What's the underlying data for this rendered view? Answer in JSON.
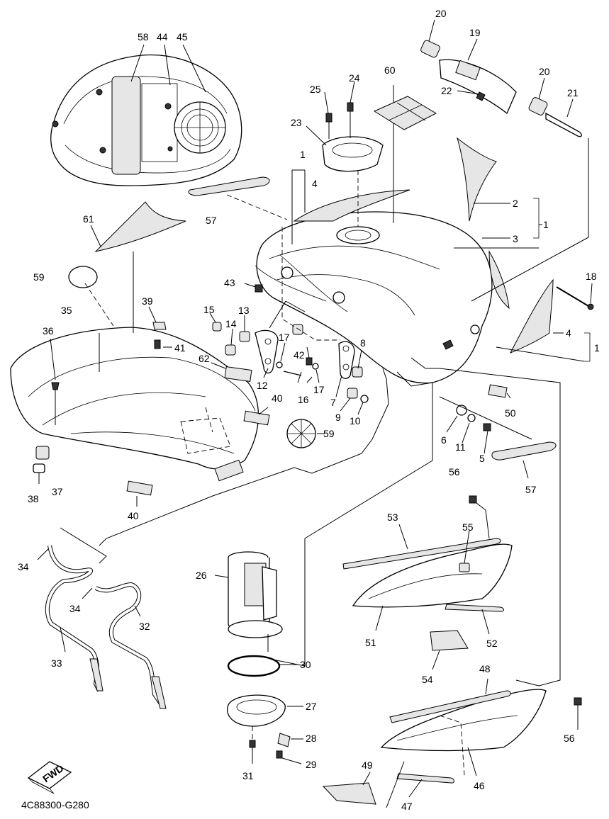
{
  "diagram": {
    "code": "4C88300-G280",
    "fwd_label": "FWD",
    "callouts": [
      {
        "id": "c1a",
        "text": "1"
      },
      {
        "id": "c1b",
        "text": "1"
      },
      {
        "id": "c1c",
        "text": "1"
      },
      {
        "id": "c2",
        "text": "2"
      },
      {
        "id": "c3",
        "text": "3"
      },
      {
        "id": "c4a",
        "text": "4"
      },
      {
        "id": "c4b",
        "text": "4"
      },
      {
        "id": "c5",
        "text": "5"
      },
      {
        "id": "c6",
        "text": "6"
      },
      {
        "id": "c7",
        "text": "7"
      },
      {
        "id": "c8",
        "text": "8"
      },
      {
        "id": "c9",
        "text": "9"
      },
      {
        "id": "c10",
        "text": "10"
      },
      {
        "id": "c11",
        "text": "11"
      },
      {
        "id": "c12",
        "text": "12"
      },
      {
        "id": "c13",
        "text": "13"
      },
      {
        "id": "c14",
        "text": "14"
      },
      {
        "id": "c15",
        "text": "15"
      },
      {
        "id": "c16",
        "text": "16"
      },
      {
        "id": "c17a",
        "text": "17"
      },
      {
        "id": "c17b",
        "text": "17"
      },
      {
        "id": "c18",
        "text": "18"
      },
      {
        "id": "c19",
        "text": "19"
      },
      {
        "id": "c20a",
        "text": "20"
      },
      {
        "id": "c20b",
        "text": "20"
      },
      {
        "id": "c21",
        "text": "21"
      },
      {
        "id": "c22",
        "text": "22"
      },
      {
        "id": "c23",
        "text": "23"
      },
      {
        "id": "c24",
        "text": "24"
      },
      {
        "id": "c25",
        "text": "25"
      },
      {
        "id": "c26",
        "text": "26"
      },
      {
        "id": "c27",
        "text": "27"
      },
      {
        "id": "c28",
        "text": "28"
      },
      {
        "id": "c29",
        "text": "29"
      },
      {
        "id": "c30",
        "text": "30"
      },
      {
        "id": "c31",
        "text": "31"
      },
      {
        "id": "c32",
        "text": "32"
      },
      {
        "id": "c33",
        "text": "33"
      },
      {
        "id": "c34a",
        "text": "34"
      },
      {
        "id": "c34b",
        "text": "34"
      },
      {
        "id": "c35",
        "text": "35"
      },
      {
        "id": "c36",
        "text": "36"
      },
      {
        "id": "c37",
        "text": "37"
      },
      {
        "id": "c38",
        "text": "38"
      },
      {
        "id": "c39",
        "text": "39"
      },
      {
        "id": "c40a",
        "text": "40"
      },
      {
        "id": "c40b",
        "text": "40"
      },
      {
        "id": "c41",
        "text": "41"
      },
      {
        "id": "c42",
        "text": "42"
      },
      {
        "id": "c43",
        "text": "43"
      },
      {
        "id": "c44",
        "text": "44"
      },
      {
        "id": "c45",
        "text": "45"
      },
      {
        "id": "c46",
        "text": "46"
      },
      {
        "id": "c47",
        "text": "47"
      },
      {
        "id": "c48",
        "text": "48"
      },
      {
        "id": "c49",
        "text": "49"
      },
      {
        "id": "c50",
        "text": "50"
      },
      {
        "id": "c51",
        "text": "51"
      },
      {
        "id": "c52",
        "text": "52"
      },
      {
        "id": "c53",
        "text": "53"
      },
      {
        "id": "c54",
        "text": "54"
      },
      {
        "id": "c55",
        "text": "55"
      },
      {
        "id": "c56a",
        "text": "56"
      },
      {
        "id": "c56b",
        "text": "56"
      },
      {
        "id": "c57a",
        "text": "57"
      },
      {
        "id": "c57b",
        "text": "57"
      },
      {
        "id": "c58",
        "text": "58"
      },
      {
        "id": "c59a",
        "text": "59"
      },
      {
        "id": "c59b",
        "text": "59"
      },
      {
        "id": "c60",
        "text": "60"
      },
      {
        "id": "c61",
        "text": "61"
      },
      {
        "id": "c62",
        "text": "62"
      }
    ]
  }
}
